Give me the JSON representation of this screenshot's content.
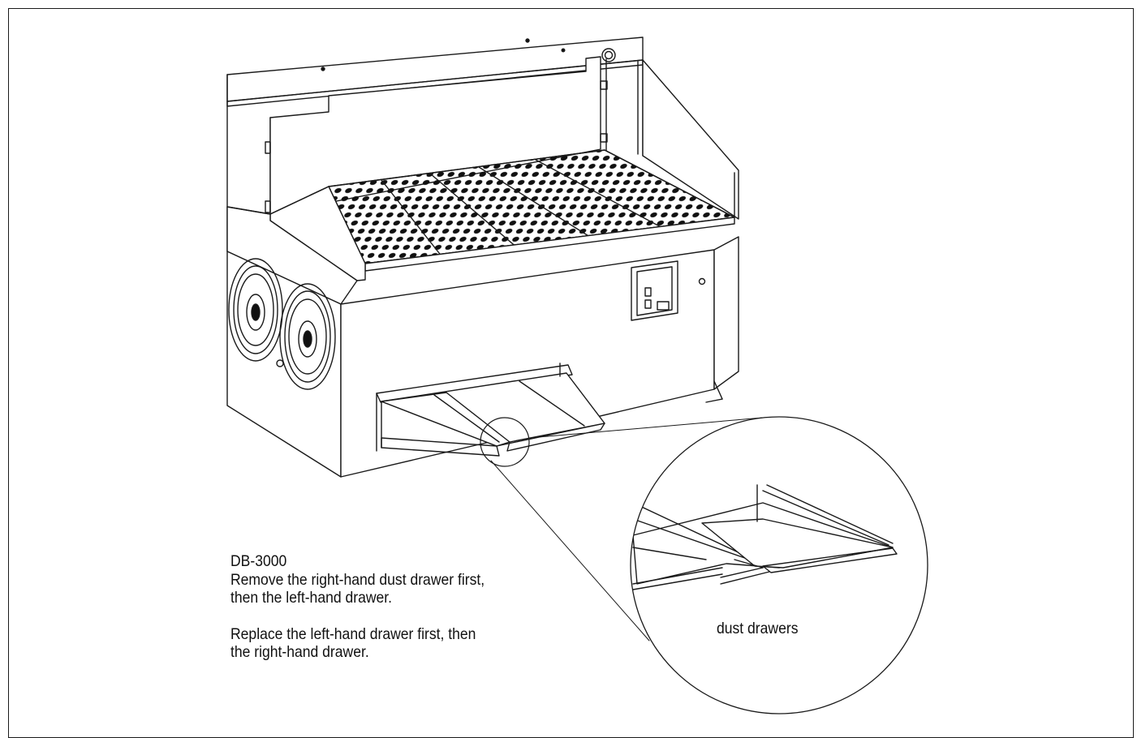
{
  "caption": {
    "model": "DB-3000",
    "remove_line1": "Remove the right-hand dust drawer first,",
    "remove_line2": "then the left-hand drawer.",
    "replace_line1": "Replace the left-hand drawer first, then",
    "replace_line2": "the right-hand drawer."
  },
  "callout": {
    "label": "dust drawers"
  },
  "colors": {
    "line": "#1a1a1a",
    "perforation": "#111111",
    "background": "#ffffff"
  }
}
